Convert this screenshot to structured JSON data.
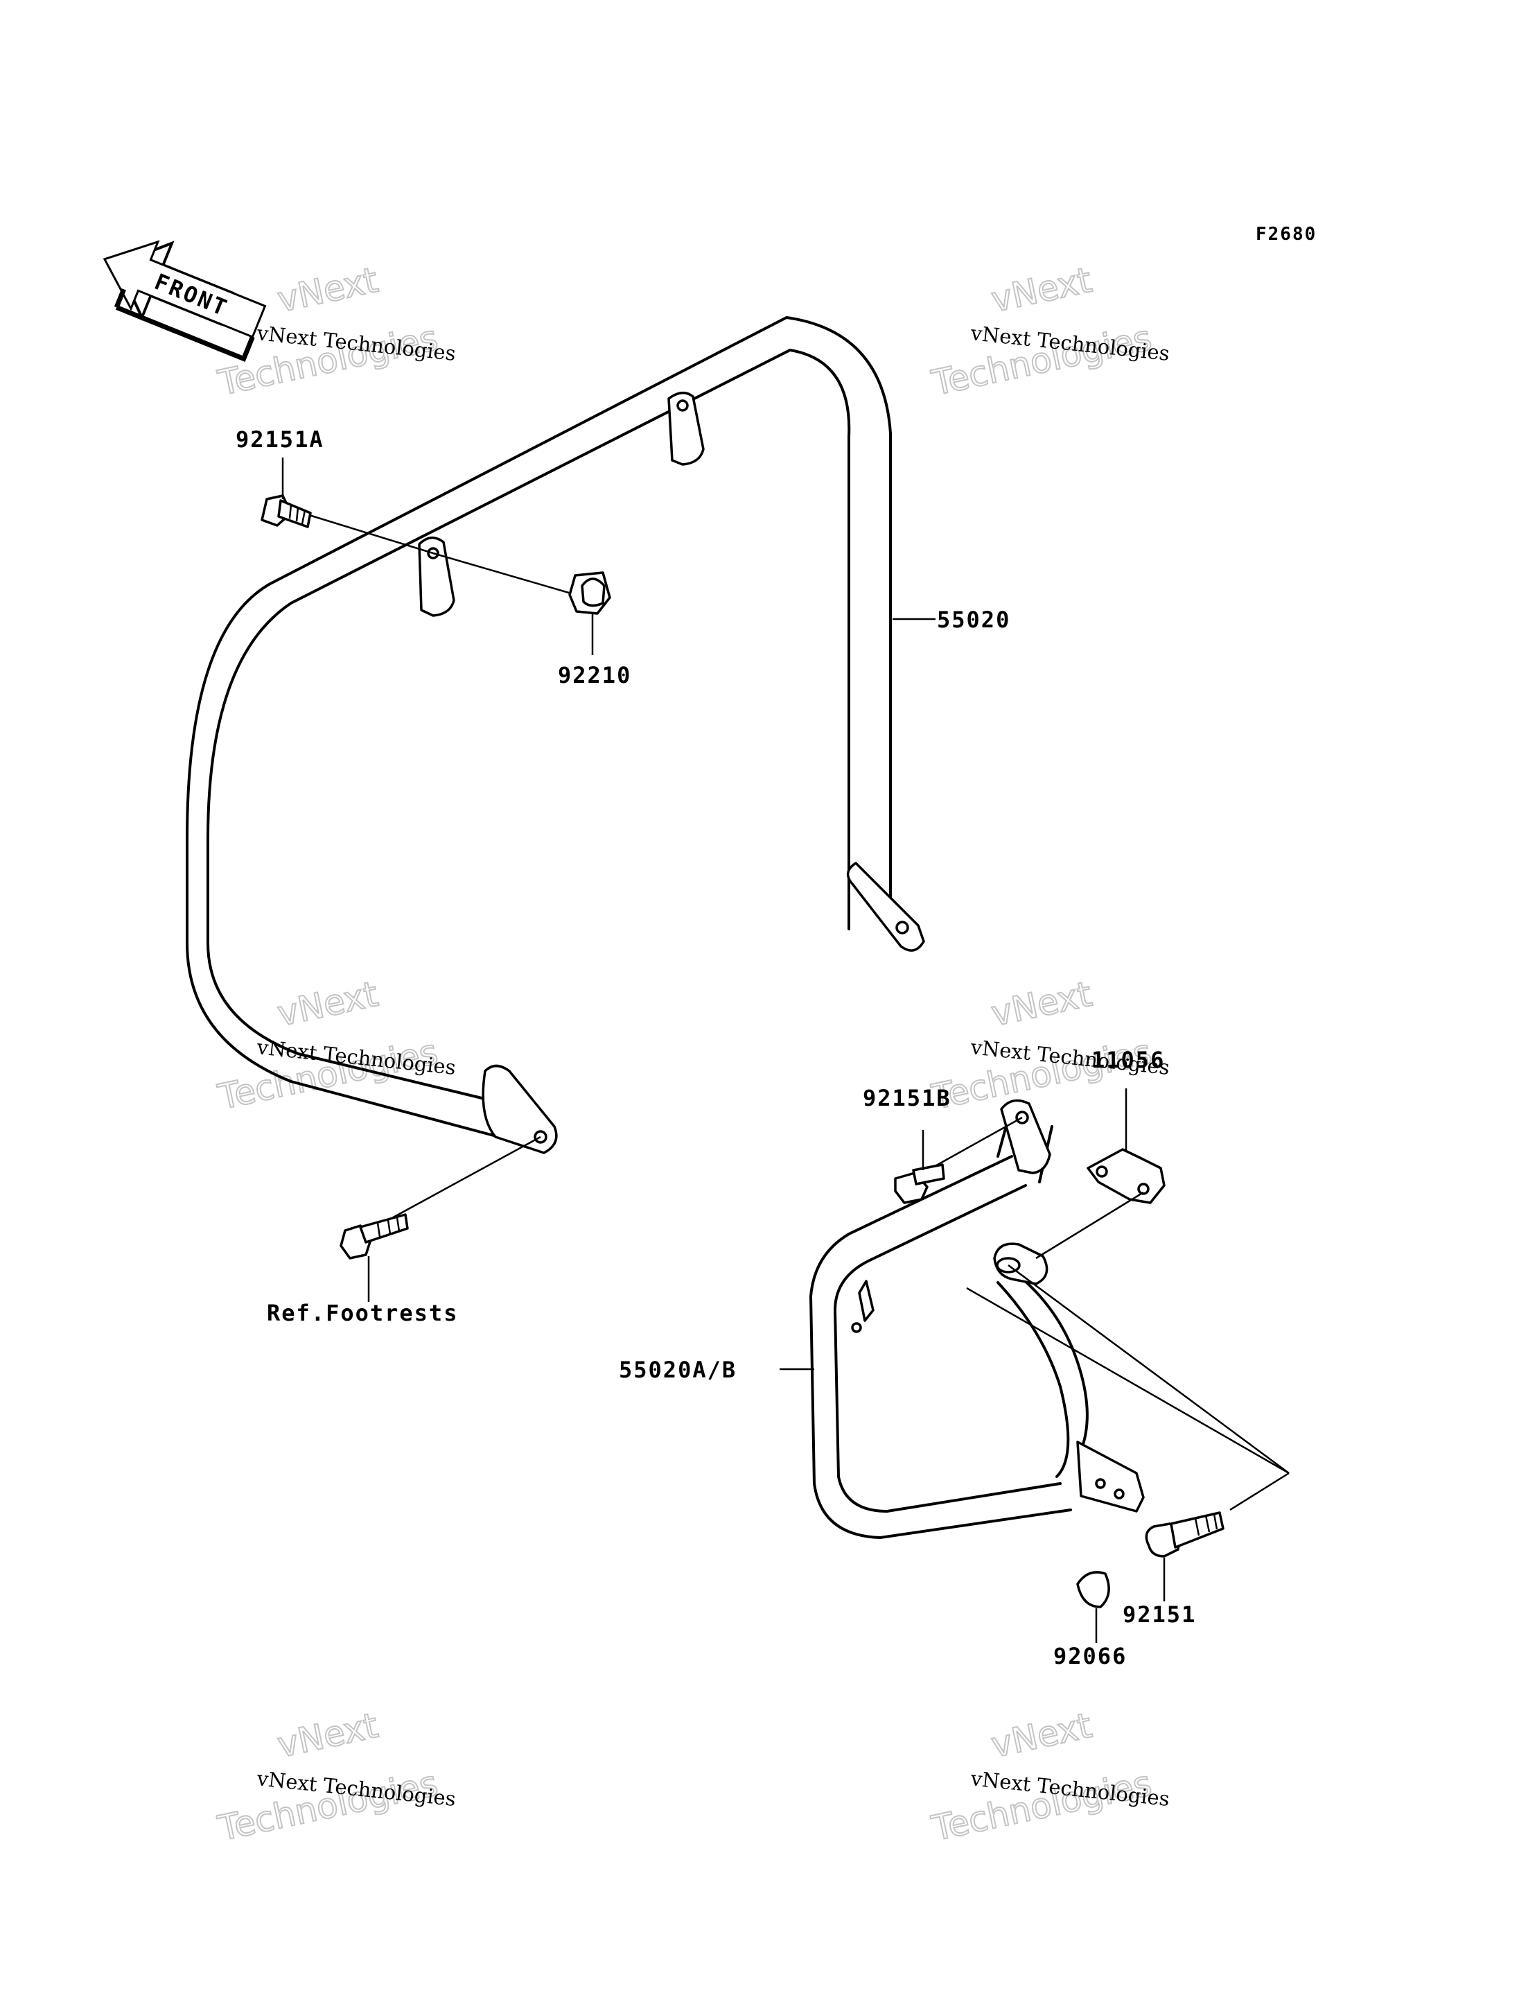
{
  "figure_code": "F2680",
  "direction_arrow": {
    "label": "FRONT",
    "icon": "front-arrow-icon"
  },
  "watermark": {
    "line1": "vNext",
    "line2": "vNext Technologies",
    "line3": "Technologies"
  },
  "callouts": {
    "bolt_top": "92151A",
    "cap_nut": "92210",
    "front_guard": "55020",
    "ref_footrests": "Ref.Footrests",
    "bolt_right_b": "92151B",
    "bracket": "11056",
    "rear_guard": "55020A/B",
    "bolt_right": "92151",
    "cap": "92066"
  },
  "colors": {
    "line": "#000000",
    "background": "#ffffff",
    "watermark_outline": "#c4c4c4"
  }
}
